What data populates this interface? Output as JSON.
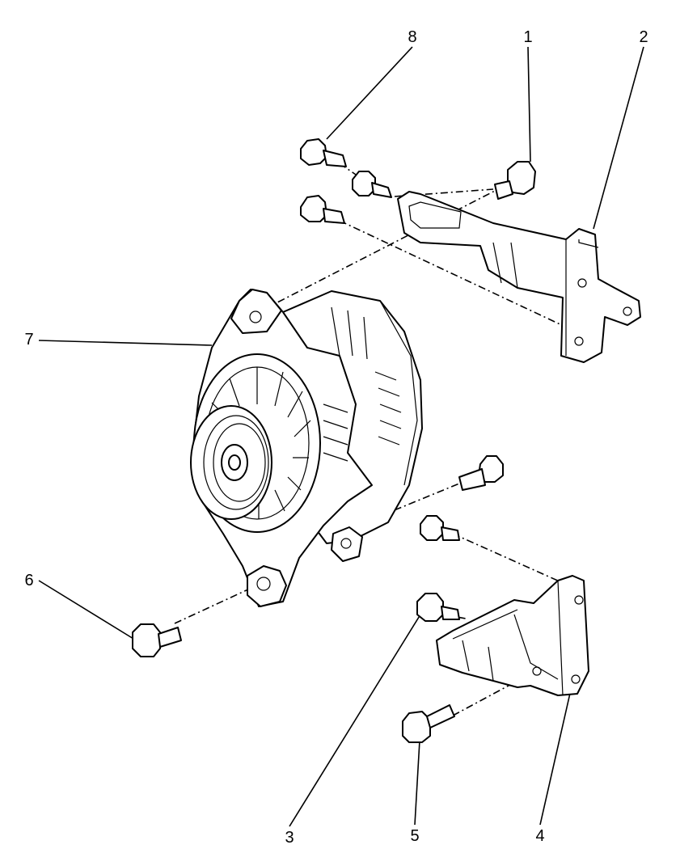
{
  "callouts": {
    "c1": "1",
    "c2": "2",
    "c3": "3",
    "c4": "4",
    "c5": "5",
    "c6": "6",
    "c7": "7",
    "c8": "8"
  },
  "parts": {
    "alternator": "alternator-icon",
    "upper_bracket": "upper-bracket-icon",
    "lower_bracket": "lower-bracket-icon",
    "bolts": "flange-bolt-icon"
  },
  "colors": {
    "line": "#000000",
    "background": "#ffffff"
  }
}
